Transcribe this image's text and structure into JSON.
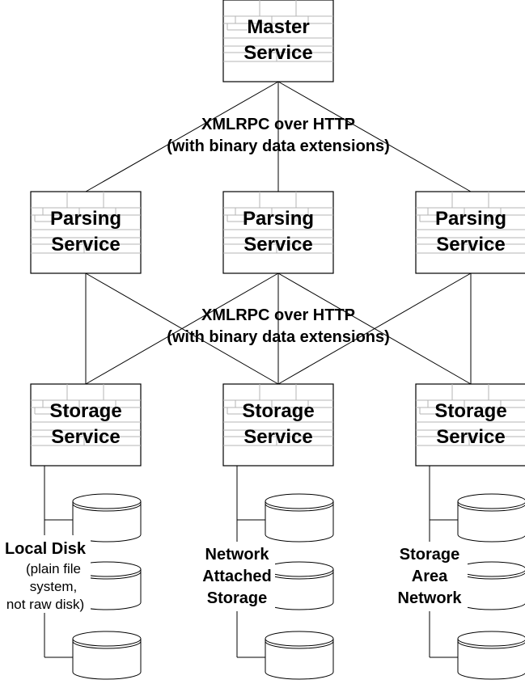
{
  "diagram": {
    "master": {
      "line1": "Master",
      "line2": "Service"
    },
    "protocol_top": {
      "line1": "XMLRPC over HTTP",
      "line2": "(with binary data extensions)"
    },
    "protocol_mid": {
      "line1": "XMLRPC over HTTP",
      "line2": "(with binary data extensions)"
    },
    "parsing": [
      {
        "line1": "Parsing",
        "line2": "Service"
      },
      {
        "line1": "Parsing",
        "line2": "Service"
      },
      {
        "line1": "Parsing",
        "line2": "Service"
      }
    ],
    "storage": [
      {
        "line1": "Storage",
        "line2": "Service"
      },
      {
        "line1": "Storage",
        "line2": "Service"
      },
      {
        "line1": "Storage",
        "line2": "Service"
      }
    ],
    "backends": [
      {
        "title": "Local Disk",
        "sub": [
          "(plain file",
          "system,",
          "not raw disk)"
        ]
      },
      {
        "lines": [
          "Network",
          "Attached",
          "Storage"
        ]
      },
      {
        "lines": [
          "Storage",
          "Area",
          "Network"
        ]
      }
    ],
    "edges": {
      "master_to_parsing": [
        [
          0,
          0
        ],
        [
          0,
          1
        ],
        [
          0,
          2
        ]
      ],
      "parsing_to_storage": [
        [
          0,
          0
        ],
        [
          0,
          1
        ],
        [
          1,
          0
        ],
        [
          1,
          1
        ],
        [
          1,
          2
        ],
        [
          2,
          1
        ],
        [
          2,
          2
        ]
      ]
    },
    "disks_per_storage": 3
  }
}
